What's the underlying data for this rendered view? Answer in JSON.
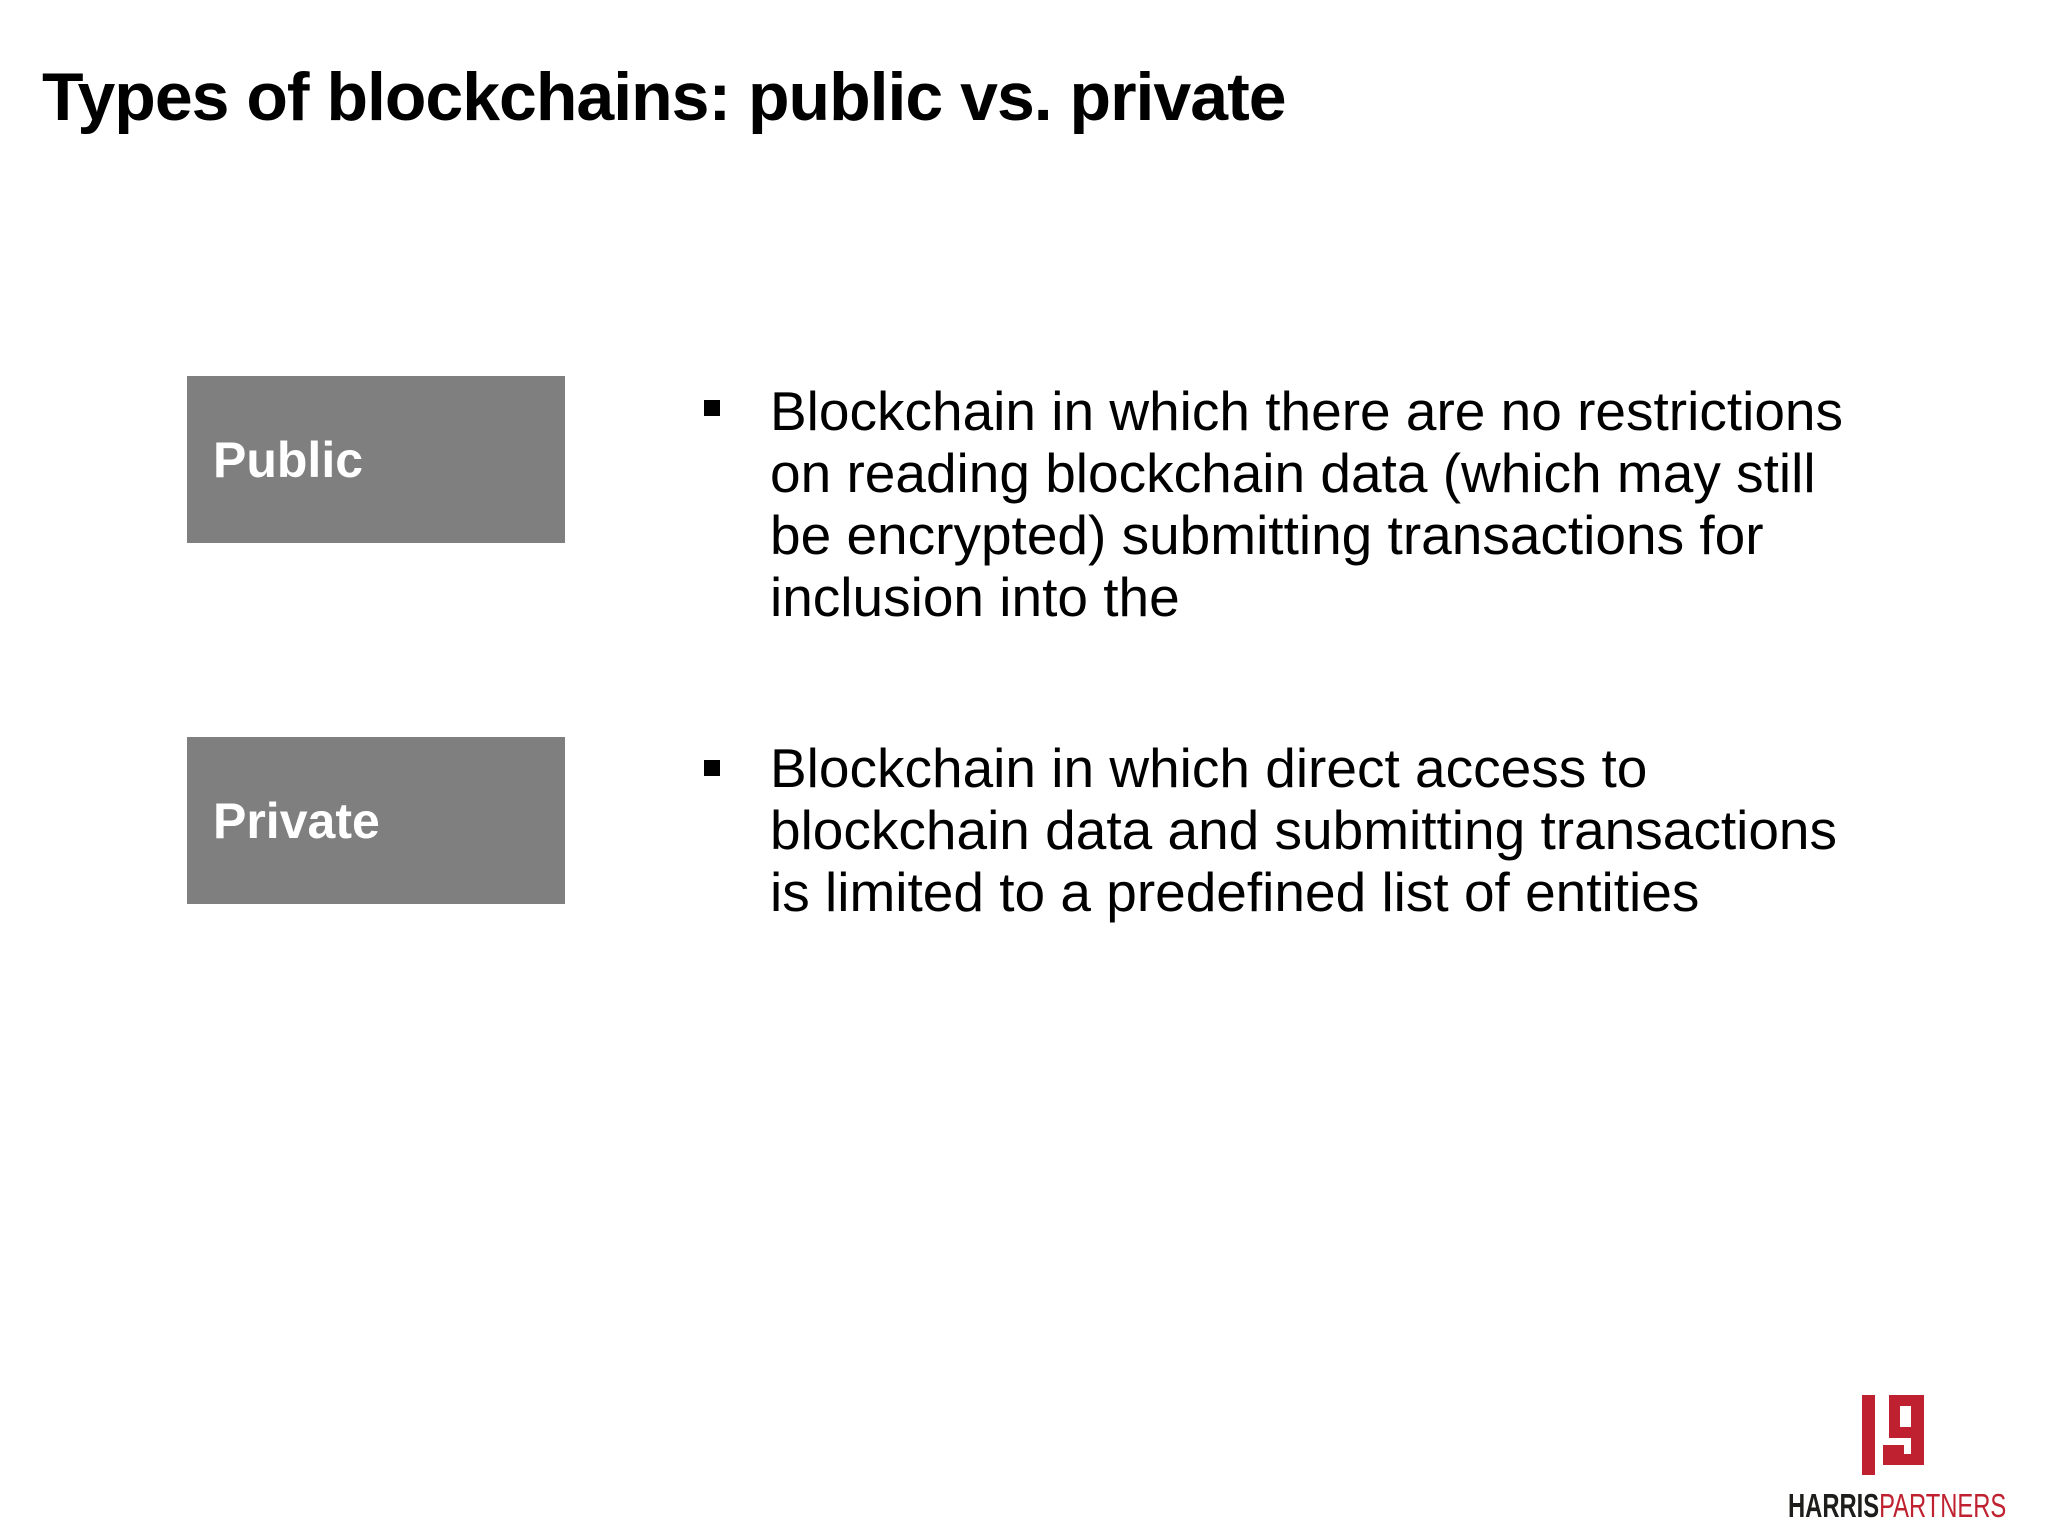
{
  "title": "Types of blockchains: public vs. private",
  "rows": [
    {
      "label": "Public",
      "bullet_text": "Blockchain in which there are no restrictions\non reading blockchain data (which may still\nbe encrypted) submitting transactions for\ninclusion into the"
    },
    {
      "label": "Private",
      "bullet_text": "Blockchain in which direct access to\nblockchain data and submitting transactions\nis limited to a predefined list of entities"
    }
  ],
  "icons": {
    "bullet": "▪",
    "logo_mark": "harris-partners-maze-monogram"
  },
  "logo": {
    "word_bold": "HARRIS",
    "word_light": "PARTNERS"
  },
  "colors": {
    "box_gray": "#7f7f7f",
    "label_text": "#ffffff",
    "body_text": "#000000",
    "title_text": "#000000",
    "logo_red": "#bf2130",
    "logo_dark": "#1d1d1b",
    "background": "#ffffff"
  }
}
